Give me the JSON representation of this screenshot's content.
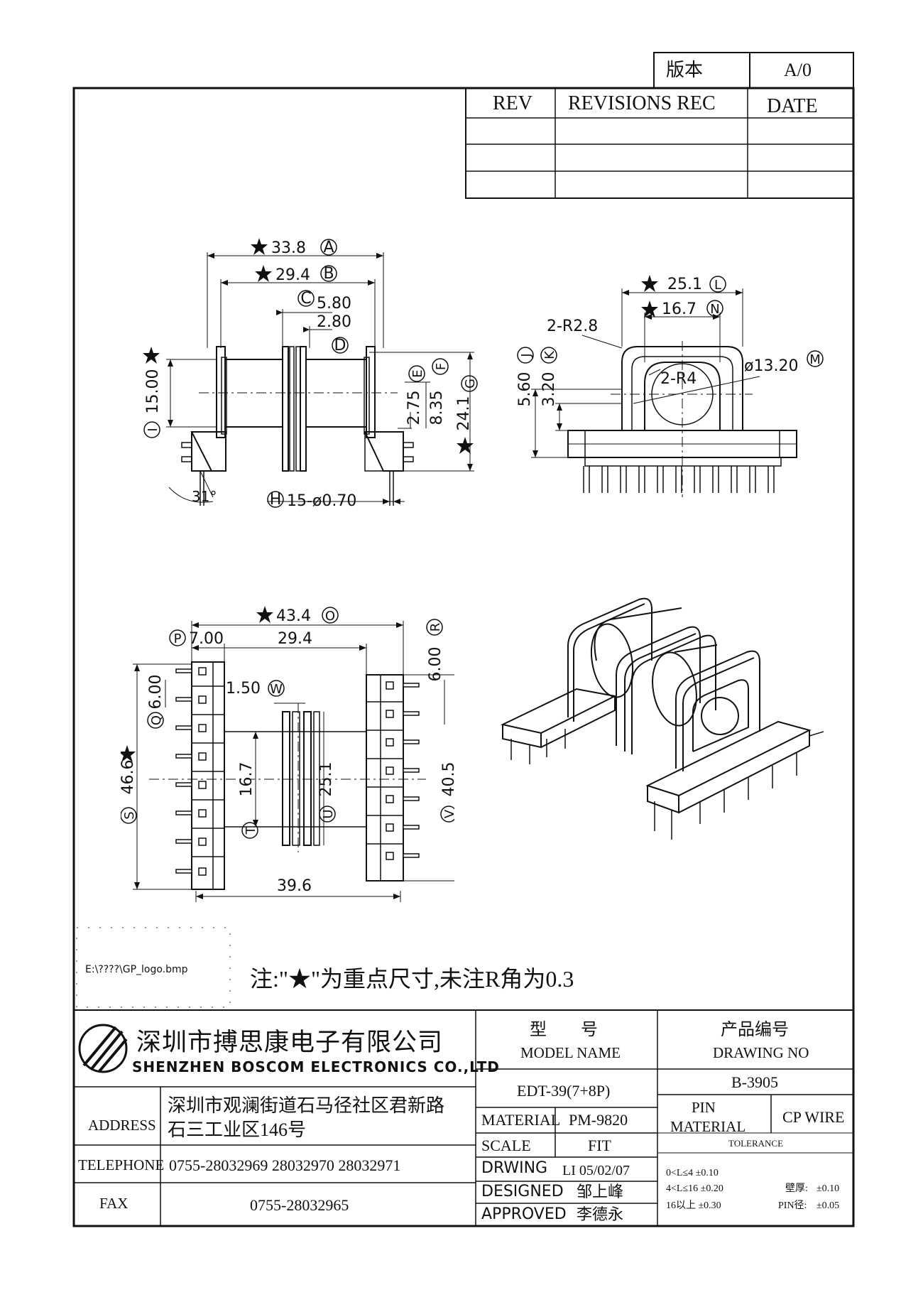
{
  "version_box": {
    "label": "版本",
    "value": "A/0"
  },
  "revisions": {
    "rev_label": "REV",
    "rec_label": "REVISIONS REC",
    "date_label": "DATE"
  },
  "drawing": {
    "side_view": {
      "dims": {
        "a": "33.8",
        "b": "29.4",
        "c": "5.80",
        "d": "2.80",
        "e": "2.75",
        "f": "8.35",
        "g": "24.1",
        "i": "15.00",
        "angle": "31°",
        "h": "15-ø0.70"
      },
      "letters": {
        "a": "A",
        "b": "B",
        "c": "C",
        "d": "D",
        "e": "E",
        "f": "F",
        "g": "G",
        "h": "H",
        "i": "I"
      }
    },
    "end_view": {
      "dims": {
        "l": "25.1",
        "n": "16.7",
        "r1": "2-R2.8",
        "r2": "2-R4",
        "m": "ø13.20",
        "j": "5.60",
        "k": "3.20"
      },
      "letters": {
        "l": "L",
        "n": "N",
        "m": "M",
        "j": "J",
        "k": "K"
      }
    },
    "top_view": {
      "dims": {
        "o": "43.4",
        "p": "7.00",
        "b2": "29.4",
        "w": "1.50",
        "q": "6.00",
        "r": "6.00",
        "s": "46.6",
        "t": "16.7",
        "u": "25.1",
        "v": "40.5",
        "bottom": "39.6"
      },
      "letters": {
        "o": "O",
        "p": "P",
        "q": "Q",
        "r": "R",
        "s": "S",
        "t": "T",
        "u": "U",
        "v": "V",
        "w": "W"
      }
    }
  },
  "logo_path": "E:\\????\\GP_logo.bmp",
  "note": "注:\"★\"为重点尺寸,未注R角为0.3",
  "company": {
    "cn": "深圳市搏思康电子有限公司",
    "en": "SHENZHEN BOSCOM ELECTRONICS CO.,LTD"
  },
  "title_block": {
    "model_cn": "型　　号",
    "model_en": "MODEL NAME",
    "model_value": "EDT-39(7+8P)",
    "drawing_cn": "产品编号",
    "drawing_en": "DRAWING NO",
    "drawing_value": "B-3905",
    "material_label": "MATERIAL",
    "material_value": "PM-9820",
    "pin_material_label1": "PIN",
    "pin_material_label2": "MATERIAL",
    "pin_material_value": "CP WIRE",
    "scale_label": "SCALE",
    "scale_value": "FIT",
    "tolerance_label": "TOLERANCE",
    "drwing_label": "DRWING",
    "drwing_value": "LI 05/02/07",
    "designed_label": "DESIGNED",
    "designed_value": "邹上峰",
    "approved_label": "APPROVED",
    "approved_value": "李德永",
    "tolerance": {
      "r1": "0<L≤4  ±0.10",
      "r2": "4<L≤16  ±0.20",
      "r3": "16以上    ±0.30",
      "wall_label": "壁厚:",
      "wall_value": "±0.10",
      "pin_label": "PIN径:",
      "pin_value": "±0.05"
    }
  },
  "contact": {
    "address_label": "ADDRESS",
    "address_line1": "深圳市观澜街道石马径社区君新路",
    "address_line2": "石三工业区146号",
    "telephone_label": "TELEPHONE",
    "telephone_value": "0755-28032969 28032970 28032971",
    "fax_label": "FAX",
    "fax_value": "0755-28032965"
  }
}
